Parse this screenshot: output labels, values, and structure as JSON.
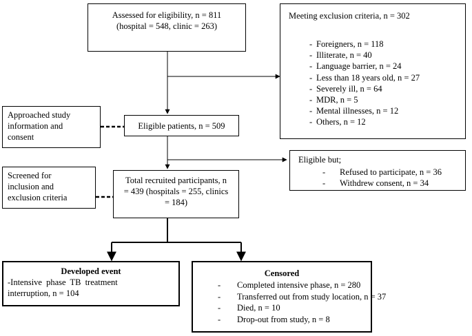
{
  "boxes": {
    "assessed": {
      "line1": "Assessed for eligibility, n = 811",
      "line2": "(hospital = 548, clinic = 263)"
    },
    "exclusion": {
      "title": "Meeting exclusion criteria, n = 302",
      "items": [
        "Foreigners, n = 118",
        "Illiterate, n = 40",
        "Language barrier, n = 24",
        "Less than 18 years old, n = 27",
        "Severely ill, n = 64",
        "MDR, n = 5",
        "Mental illnesses, n = 12",
        "Others, n = 12"
      ]
    },
    "approached": {
      "line1": "Approached study",
      "line2": "information and",
      "line3": "consent"
    },
    "eligible": {
      "text": "Eligible patients, n = 509"
    },
    "eligible_but": {
      "title": "Eligible but;",
      "items": [
        "Refused to participate, n = 36",
        "Withdrew consent, n = 34"
      ]
    },
    "screened": {
      "line1": "Screened for",
      "line2": "inclusion and",
      "line3": "exclusion criteria"
    },
    "recruited": {
      "line1": "Total recruited participants, n",
      "line2": "= 439 (hospitals = 255, clinics",
      "line3": "= 184)"
    },
    "developed": {
      "title": "Developed event",
      "line1": "-Intensive phase TB treatment",
      "line2": "interruption, n = 104"
    },
    "censored": {
      "title": "Censored",
      "items": [
        "Completed intensive phase, n = 280",
        "Transferred out from study location, n = 37",
        "Died, n = 10",
        "Drop-out from study, n = 8"
      ]
    }
  },
  "bullet_char": "-"
}
